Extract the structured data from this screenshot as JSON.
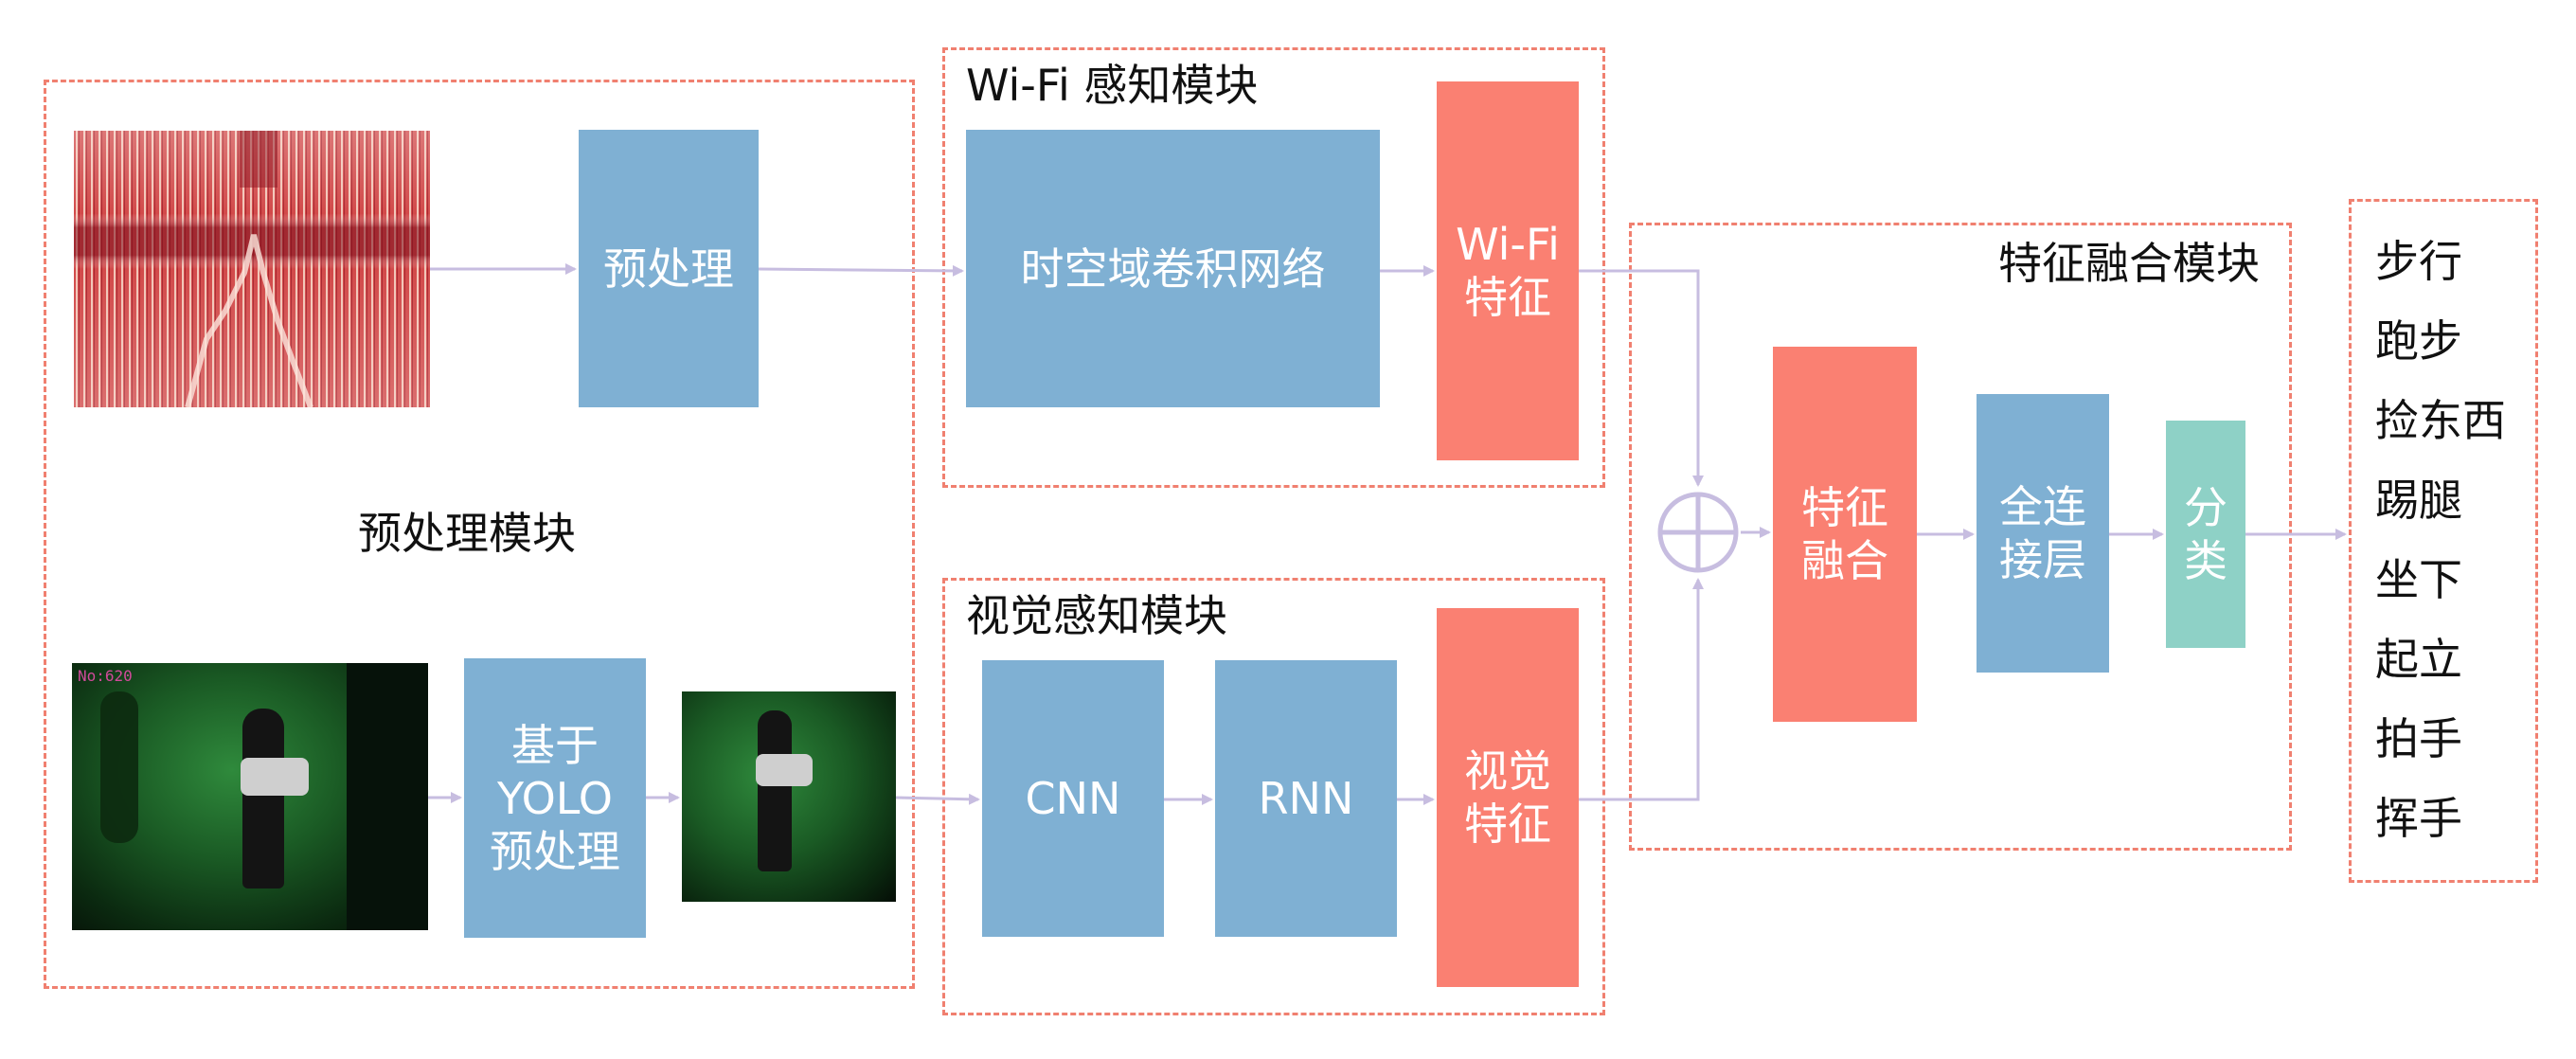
{
  "modules": {
    "preprocess_title": "预处理模块",
    "wifi_title": "Wi-Fi 感知模块",
    "vision_title": "视觉感知模块",
    "fusion_title": "特征融合模块"
  },
  "blocks": {
    "preprocess": "预处理",
    "yolo_line1": "基于",
    "yolo_line2": "YOLO",
    "yolo_line3": "预处理",
    "spatiotemporal_cnn": "时空域卷积网络",
    "wifi_feature_line1": "Wi-Fi",
    "wifi_feature_line2": "特征",
    "cnn": "CNN",
    "rnn": "RNN",
    "visual_feature_line1": "视觉",
    "visual_feature_line2": "特征",
    "fusion_line1": "特征",
    "fusion_line2": "融合",
    "fc_line1": "全连",
    "fc_line2": "接层",
    "classify_line1": "分",
    "classify_line2": "类"
  },
  "video_frame_label": "No:620",
  "classes": [
    "步行",
    "跑步",
    "捡东西",
    "踢腿",
    "坐下",
    "起立",
    "拍手",
    "挥手"
  ],
  "colors": {
    "dashed_border": "#f08070",
    "blue_block": "#7fb0d3",
    "red_block": "#fa8072",
    "teal_block": "#8ed1c6",
    "arrow": "#c7bde0"
  }
}
